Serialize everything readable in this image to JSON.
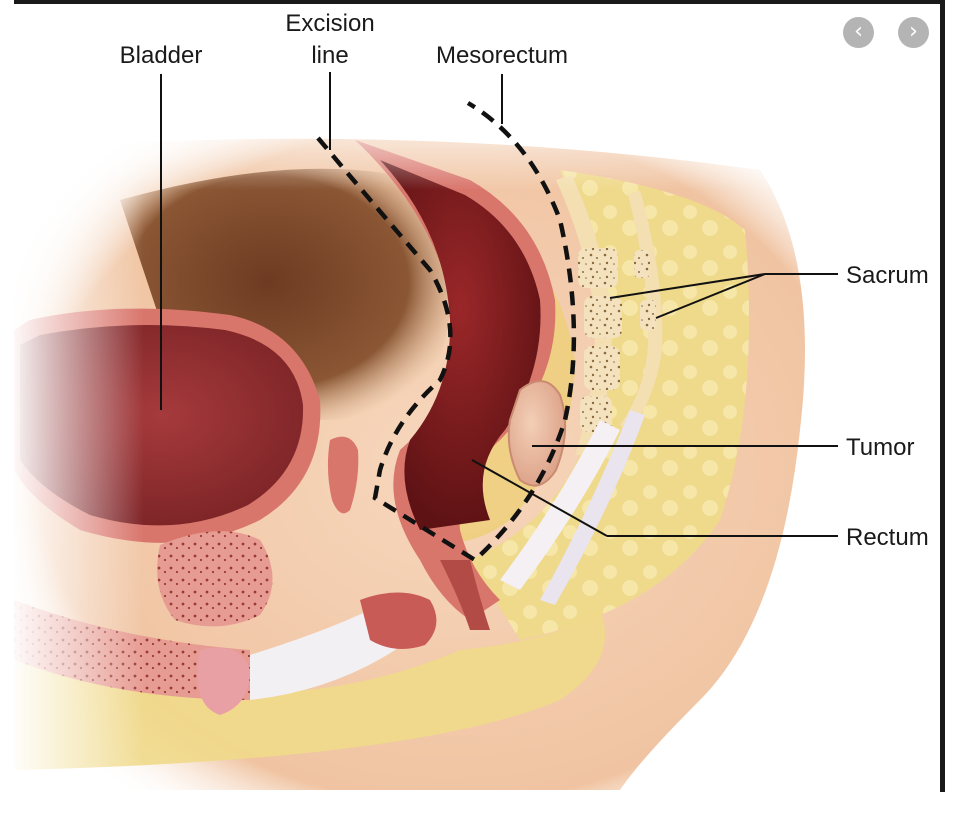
{
  "labels": {
    "bladder": "Bladder",
    "excision_line_1": "Excision",
    "excision_line_2": "line",
    "mesorectum": "Mesorectum",
    "sacrum": "Sacrum",
    "tumor": "Tumor",
    "rectum": "Rectum"
  },
  "nav": {
    "prev_icon": "chevron-left-icon",
    "next_icon": "chevron-right-icon"
  },
  "colors": {
    "background": "#ffffff",
    "skin": "#f3c9a8",
    "fat": "#f1dc8f",
    "tissue_wall": "#d9766c",
    "bladder_interior": "#9b3336",
    "rectum_interior": "#7a1a1c",
    "tumor": "#e8b79c",
    "bone": "#f3dfb1",
    "nav_button": "#b4b4b4"
  }
}
